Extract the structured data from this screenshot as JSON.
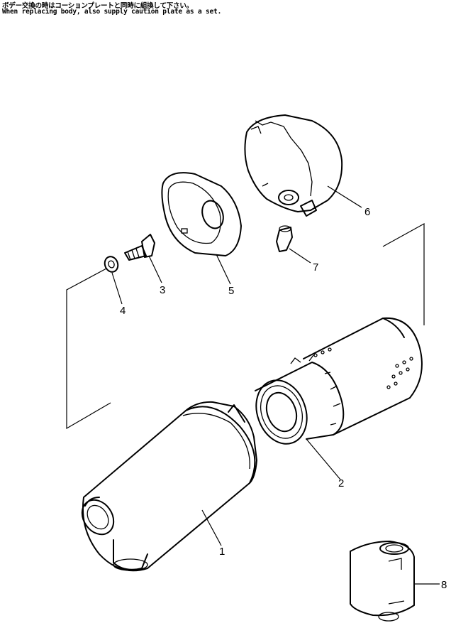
{
  "notes": {
    "japanese": "ボデー交換の時はコーションプレートと同時に組換して下さい。",
    "english": "When replacing body, also supply caution plate as a set."
  },
  "callouts": [
    "1",
    "2",
    "3",
    "4",
    "5",
    "6",
    "7",
    "8"
  ]
}
